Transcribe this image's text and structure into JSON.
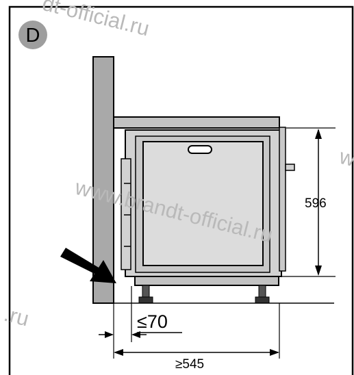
{
  "panel": {
    "badge_letter": "D"
  },
  "dimensions": {
    "height": "596",
    "gap": "≤70",
    "depth": "≥545"
  },
  "watermarks": [
    "dt-official.ru",
    "www.brandt-official.ru",
    ".ru",
    "w"
  ],
  "colors": {
    "wall": "#a9a9a9",
    "oven_body": "#d2d2d2",
    "door_panel": "#dcdcdc",
    "worktop": "#c2c2c2",
    "watermark": "#b9b9b9",
    "badge": "#9e9e9e"
  }
}
